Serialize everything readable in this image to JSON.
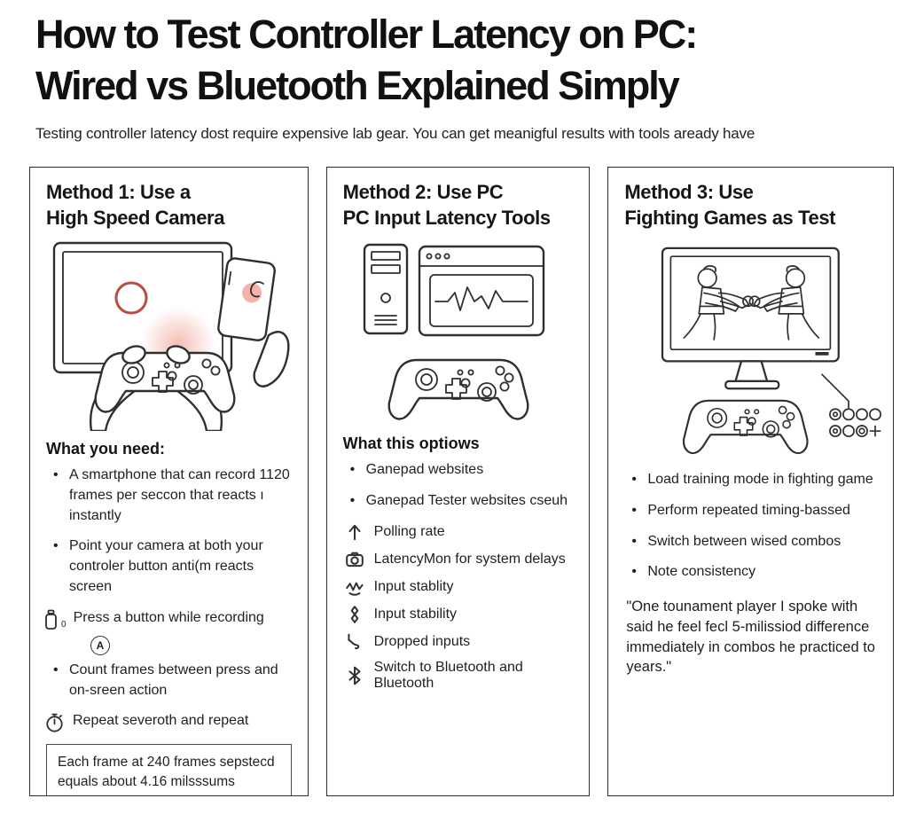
{
  "header": {
    "title_line1": "How to Test Controller Latency on PC:",
    "title_line2": "Wired vs Bluetooth Explained Simply",
    "subtitle": "Testing controller latency dost require expensive lab gear. You can get meanigful results with tools aready have"
  },
  "colors": {
    "ink": "#1c1c1c",
    "outline": "#2f2f2f",
    "accent_red": "#bb4a42",
    "glow_red": "#f6c4bb",
    "panel_border": "#2d2d2d"
  },
  "method1": {
    "title_line1": "Method 1: Use a",
    "title_line2": "High Speed Camera",
    "heading": "What you need:",
    "bullet1": "A smartphone that can record 1120 frames per seccon that reacts ı instantly",
    "bullet2": "Point your camera at both your controler button anti(m reacts screen",
    "icon_row1": "Press a button while recording",
    "icon_row1_badge": "0",
    "button_label": "A",
    "bullet3": "Count frames between press and on-sreen action",
    "icon_row2": "Repeat severoth and repeat",
    "note": "Each frame at 240 frames sepstecd equals about 4.16 milsssums"
  },
  "method2": {
    "title_line1": "Method 2: Use PC",
    "title_line2": "PC Input Latency Tools",
    "heading": "What this optiows",
    "bullet1": "Ganepad websites",
    "bullet2": "Ganepad Tester websites cseuh",
    "tools": [
      {
        "icon": "arrow-up-icon",
        "label": "Polling rate"
      },
      {
        "icon": "camera-icon",
        "label": "LatencyMon for system delays"
      },
      {
        "icon": "waveform-icon",
        "label": "Input stablity"
      },
      {
        "icon": "chain-link-icon",
        "label": "Input stability"
      },
      {
        "icon": "dropped-input-icon",
        "label": "Dropped inputs"
      },
      {
        "icon": "bluetooth-icon",
        "label": "Switch to Bluetooth and Bluetooth"
      }
    ]
  },
  "method3": {
    "title_line1": "Method 3: Use",
    "title_line2": "Fighting Games as Test",
    "bullet1": "Load training mode in fighting game",
    "bullet2": "Perform repeated timing-bassed",
    "bullet3": "Switch between wised combos",
    "bullet4": "Note consistency",
    "quote": "\"One tounament player I spoke with said he feel fecl 5-milissiod difference immediately in combos he practiced to years.\""
  }
}
